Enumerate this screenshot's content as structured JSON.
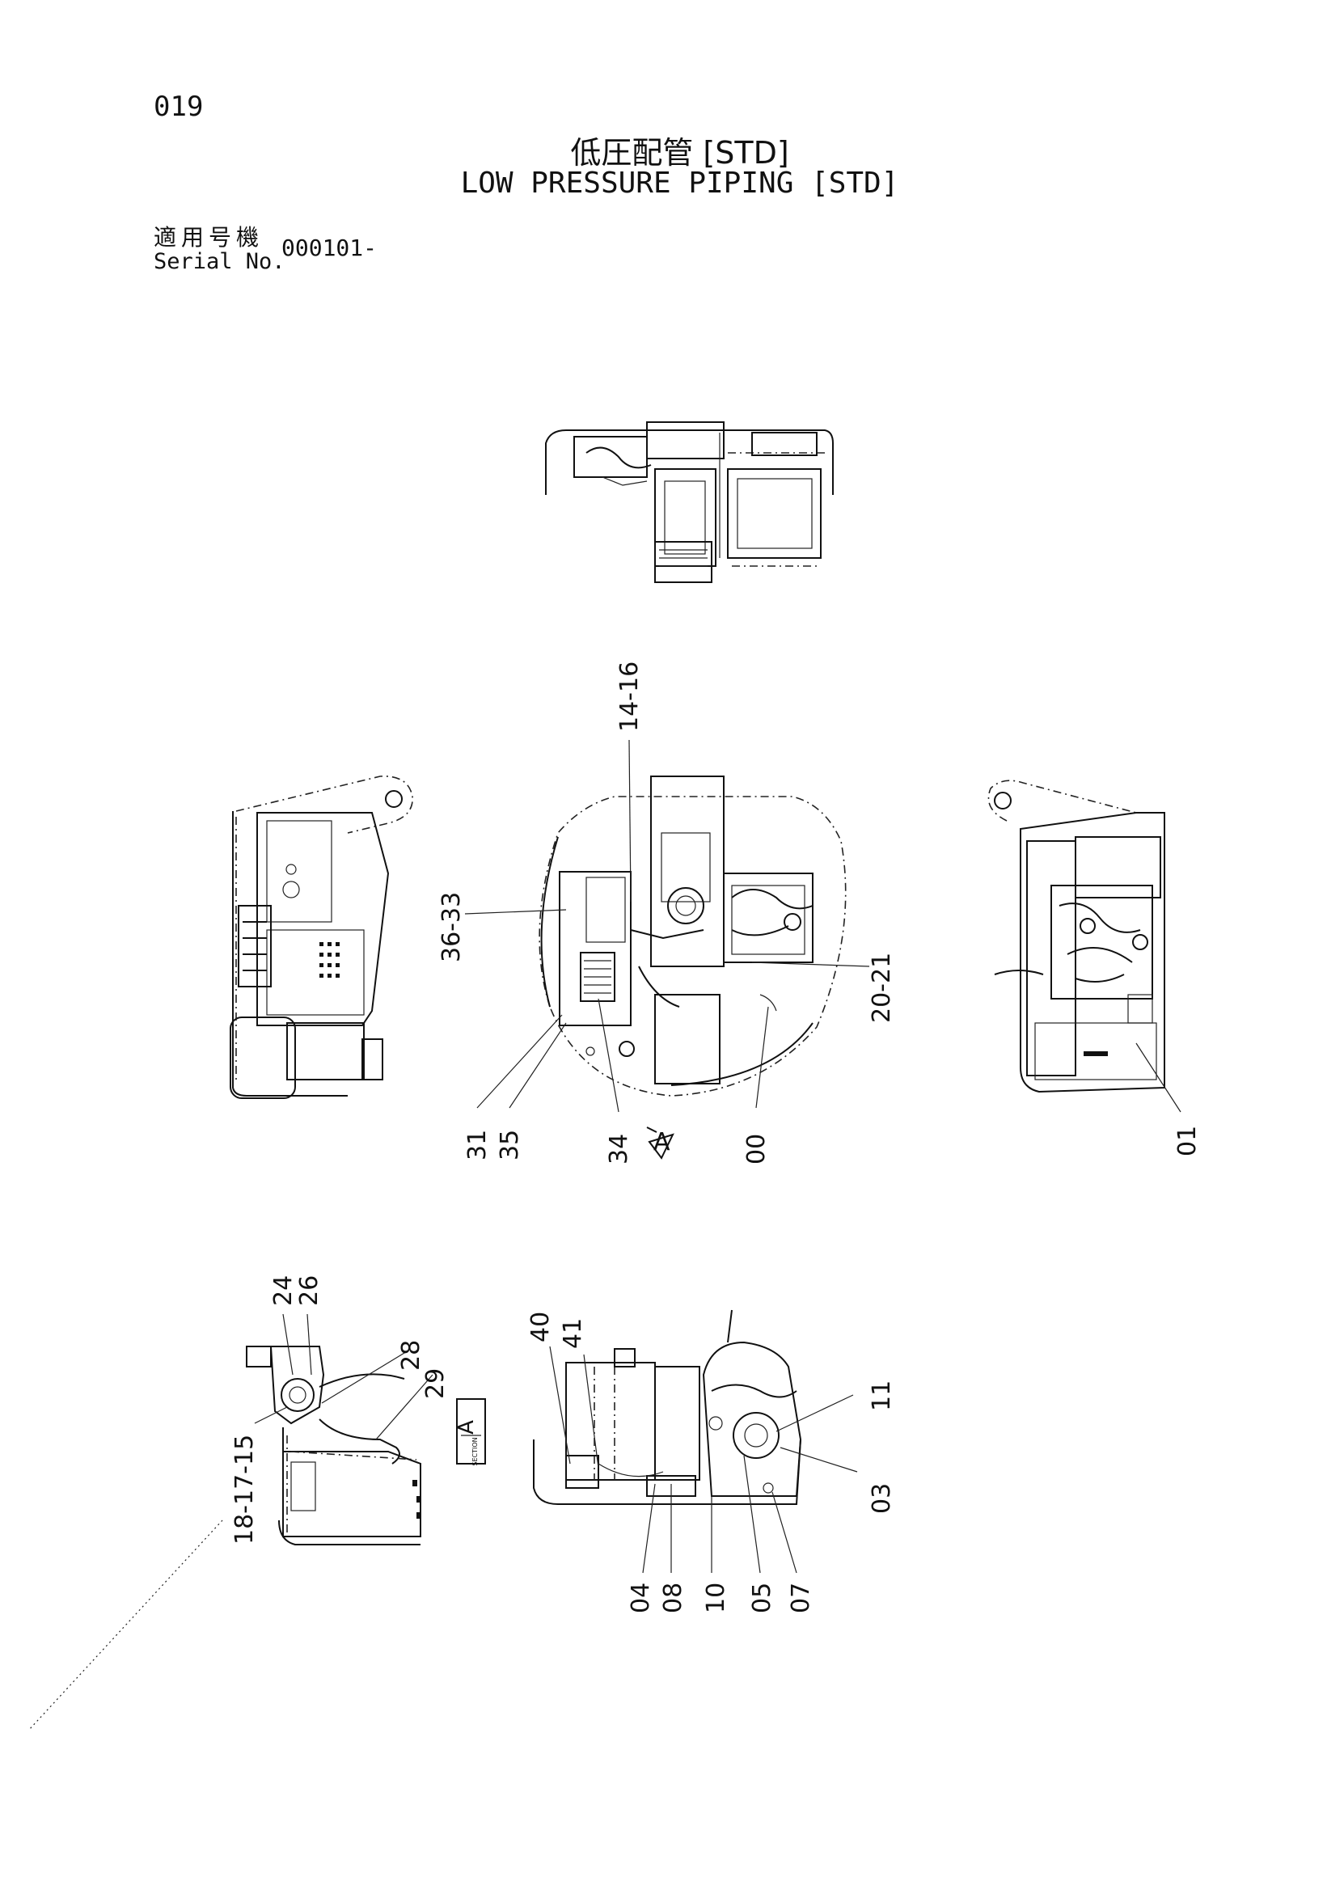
{
  "header": {
    "page_number": "019",
    "title_jp": "低圧配管 [STD]",
    "title_en": "LOW PRESSURE PIPING [STD]",
    "serial_label_jp": "適用号機",
    "serial_label_en": "Serial No.",
    "serial_value": "000101-"
  },
  "callouts": {
    "c14_16": "14-16",
    "c36_33": "36-33",
    "c20_21": "20-21",
    "c31": "31",
    "c35": "35",
    "c34": "34",
    "c00": "00",
    "c01": "01",
    "c24": "24",
    "c26": "26",
    "c28": "28",
    "c29": "29",
    "c18_17_15": "18-17-15",
    "c40": "40",
    "c41": "41",
    "c11": "11",
    "c03": "03",
    "c04": "04",
    "c08": "08",
    "c10": "10",
    "c05": "05",
    "c07": "07"
  },
  "markers": {
    "view_a": "A",
    "section_a": "A",
    "section_word": "SECTION"
  }
}
